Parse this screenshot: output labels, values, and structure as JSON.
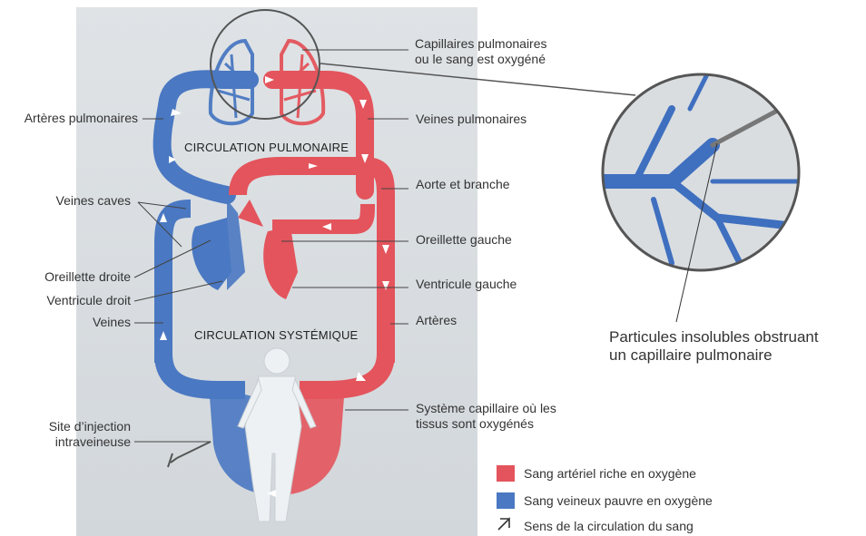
{
  "center_labels": {
    "pulmonary": "CIRCULATION PULMONAIRE",
    "systemic": "CIRCULATION SYSTÉMIQUE"
  },
  "labels": {
    "capillaires_pulmonaires": "Capillaires pulmonaires\nou le sang est oxygéné",
    "veines_pulmonaires": "Veines pulmonaires",
    "aorte": "Aorte et branche",
    "oreillette_gauche": "Oreillette gauche",
    "ventricule_gauche": "Ventricule gauche",
    "arteres": "Artères",
    "systeme_capillaire": "Système capillaire où les\ntissus sont oxygénés",
    "arteres_pulmonaires": "Artères pulmonaires",
    "veines_caves": "Veines caves",
    "oreillette_droite": "Oreillette droite",
    "ventricule_droit": "Ventricule droit",
    "veines": "Veines",
    "site_injection": "Site d’injection\nintraveineuse"
  },
  "zoom_caption": "Particules insolubles obstruant\nun capillaire pulmonaire",
  "legend": [
    {
      "label": "Sang artériel riche en oxygène",
      "color": "#e4545c"
    },
    {
      "label": "Sang veineux pauvre en oxygène",
      "color": "#4a78c2"
    },
    {
      "label": "Sens de la circulation du sang",
      "icon": "arrow-icon"
    }
  ],
  "colors": {
    "red": "#e4545c",
    "blue": "#3f6fbf",
    "panel": "#d9dde0"
  }
}
